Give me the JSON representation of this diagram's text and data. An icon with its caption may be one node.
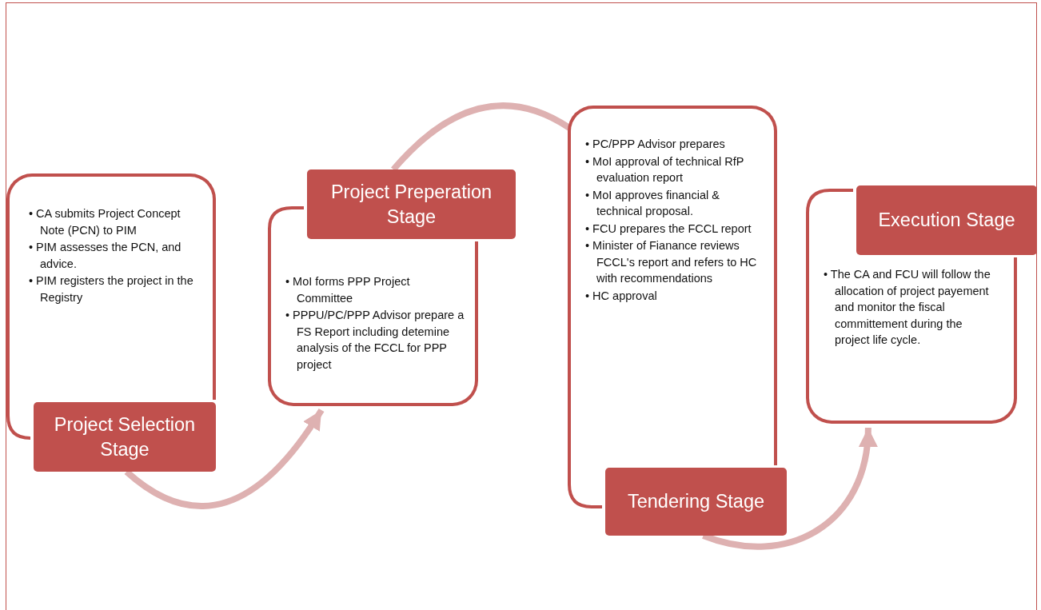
{
  "diagram": {
    "nodes": [
      {
        "text": [
          "• CA submits Project Concept Note (PCN) to PIM",
          "• PIM assesses the PCN, and advice.",
          "• PIM registers the project in the Registry"
        ]
      },
      {
        "text": [
          "Project Selection Stage"
        ]
      },
      {
        "text": [
          "Project Preperation Stage"
        ]
      },
      {
        "text": [
          "• MoI forms PPP Project Committee",
          "• PPPU/PC/PPP Advisor prepare a FS Report including  detemine analysis of the FCCL for PPP project"
        ]
      },
      {
        "text": [
          "• PC/PPP Advisor prepares",
          "• MoI approval of technical RfP evaluation report",
          "• MoI approves financial & technical proposal.",
          "• FCU prepares the FCCL report",
          "• Minister of Fianance reviews FCCL's report and refers to HC with recommendations",
          "• HC approval"
        ]
      },
      {
        "text": [
          "Tendering Stage"
        ]
      },
      {
        "text": [
          "Execution Stage"
        ]
      },
      {
        "text": [
          "• The CA  and  FCU will follow the allocation of project payement and monitor the fiscal committement during the project life cycle."
        ]
      }
    ],
    "edges": [
      {
        "from": 1,
        "to": 3,
        "arrow": "to"
      },
      {
        "from": 2,
        "to": 4,
        "arrow": "none"
      },
      {
        "from": 5,
        "to": 7,
        "arrow": "to"
      }
    ]
  }
}
